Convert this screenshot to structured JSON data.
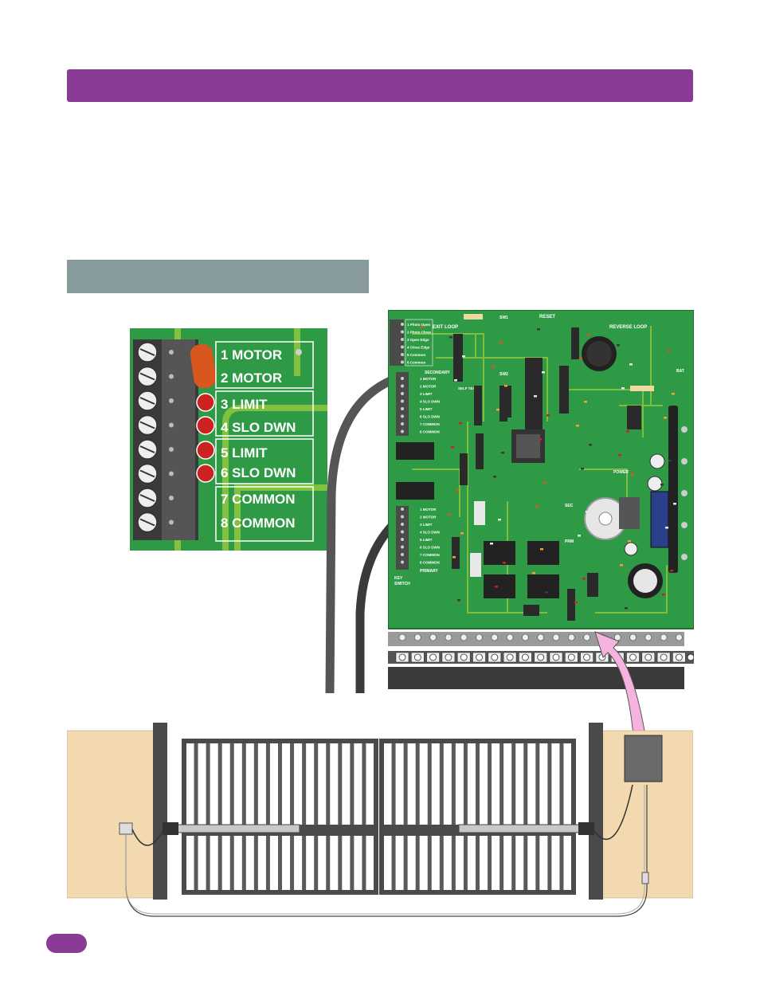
{
  "terminal_closeup": {
    "labels": [
      "1 MOTOR",
      "2 MOTOR",
      "3 LIMIT",
      "4 SLO DWN",
      "5 LIMIT",
      "6 SLO DWN",
      "7 COMMON",
      "8 COMMON"
    ]
  },
  "board": {
    "exit_loop": "EXIT LOOP",
    "reset": "RESET",
    "reverse_loop": "REVERSE LOOP",
    "sw1": "SW1",
    "sw2": "SW2",
    "bat": "BAT",
    "self_test": "SELF TEST",
    "power": "POWER",
    "sec": "SEC",
    "prm": "PRM",
    "key_switch_line1": "KEY",
    "key_switch_line2": "SWITCH",
    "secondary_label": "SECONDARY",
    "primary_label": "PRIMARY",
    "top_terminals": [
      "1 Photo Open",
      "2 Photo Close",
      "3 Open Edge",
      "4 Close Edge",
      "5 Common",
      "6 Common"
    ],
    "secondary_terminals": [
      "1 MOTOR",
      "2 MOTOR",
      "3 LIMIT",
      "4 SLO DWN",
      "5 LIMIT",
      "6 SLO DWN",
      "7 COMMON",
      "8 COMMON"
    ],
    "primary_terminals": [
      "1 MOTOR",
      "2 MOTOR",
      "3 LIMIT",
      "4 SLO DWN",
      "5 LIMIT",
      "6 SLO DWN",
      "7 COMMON",
      "8 COMMON"
    ]
  },
  "colors": {
    "title_bar": "#8a3b96",
    "subtitle_bar": "#879b9c",
    "board_green": "#2f9a45",
    "board_trace": "#8cc63f",
    "terminal_dark": "#4a4a4a",
    "ground": "#f2d9b0",
    "arrow_pink": "#f5b3e0"
  }
}
